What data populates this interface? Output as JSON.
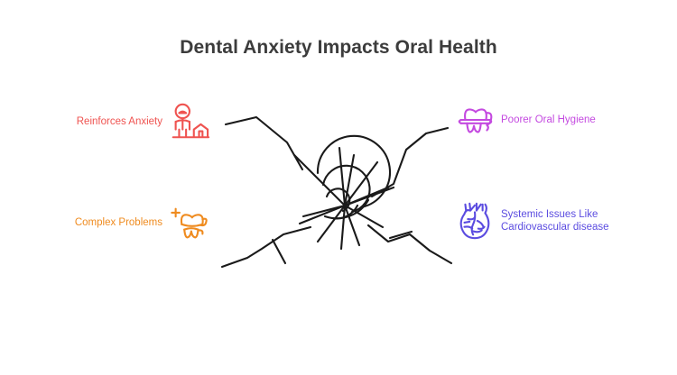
{
  "header": {
    "title": "Dental Anxiety Impacts Oral Health"
  },
  "colors": {
    "title": "#3c3c3c",
    "network_stroke": "#1a1a1a",
    "background": "#ffffff",
    "reinforces_anxiety": "#ef5350",
    "complex_problems": "#ef8b1f",
    "poorer_oral_hygiene": "#c44ae0",
    "systemic_issues": "#5b4ce0"
  },
  "nodes": [
    {
      "id": "reinforces-anxiety",
      "label": "Reinforces Anxiety",
      "icon": "anxious-person-house-icon",
      "color": "#ef5350",
      "side": "left",
      "position": "top-left"
    },
    {
      "id": "complex-problems",
      "label": "Complex Problems",
      "icon": "tooth-plus-icon",
      "color": "#ef8b1f",
      "side": "left",
      "position": "bottom-left"
    },
    {
      "id": "poorer-oral-hygiene",
      "label": "Poorer Oral Hygiene",
      "icon": "tooth-band-icon",
      "color": "#c44ae0",
      "side": "right",
      "position": "top-right"
    },
    {
      "id": "systemic-issues",
      "label": "Systemic Issues Like\nCardiovascular disease",
      "icon": "heart-anatomical-icon",
      "color": "#5b4ce0",
      "side": "right",
      "position": "bottom-right"
    }
  ],
  "center_graphic": {
    "name": "nerve-web-hub",
    "description": "hand-drawn radial nerve web with concentric arcs at hub and four branching arms"
  }
}
